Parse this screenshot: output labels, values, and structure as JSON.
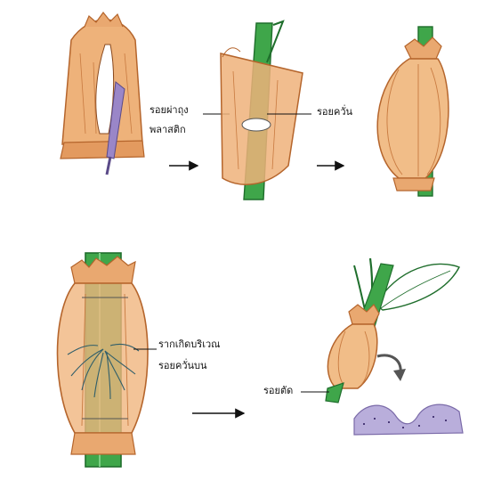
{
  "labels": {
    "cut_bag": "รอยผ่าถุง",
    "plastic": "พลาสติก",
    "ring_wound": "รอยควั่น",
    "roots_line1": "รากเกิดบริเวณ",
    "roots_line2": "รอยควั่นบน",
    "cut_mark": "รอยตัด"
  },
  "colors": {
    "stem": "#3fa64a",
    "stem_dark": "#1f6e2c",
    "bag": "#e9a870",
    "bag_dark": "#b5652c",
    "knife": "#9a86c8",
    "soil": "#7a6aa8",
    "root": "#2f5e6a"
  },
  "icons": [
    "arrow-right-icon",
    "curved-arrow-icon"
  ]
}
